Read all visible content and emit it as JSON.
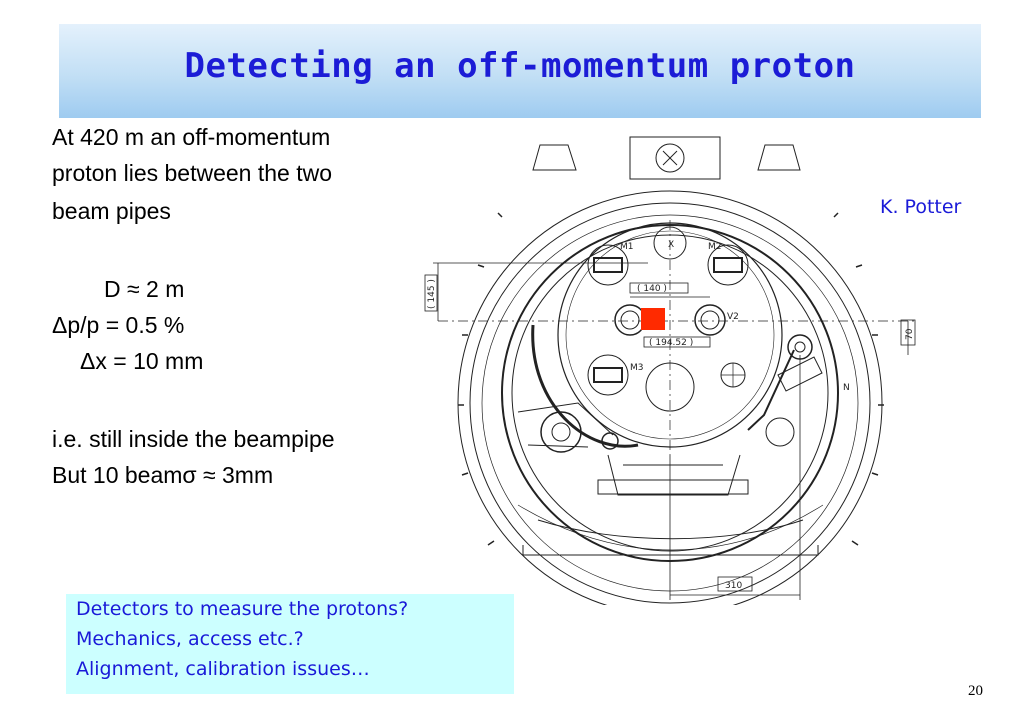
{
  "slide": {
    "title": "Detecting an off-momentum proton",
    "body_lines": [
      "At 420 m an off-momentum",
      "proton lies between the two",
      "beam pipes",
      "D ≈ 2 m",
      "Δp/p = 0.5 %",
      "Δx = 10 mm",
      "i.e. still inside the beampipe",
      "But 10 beamσ ≈ 3mm"
    ],
    "credit": "K. Potter",
    "callout_lines": [
      "Detectors to measure the protons?",
      "Mechanics, access etc.?",
      "Alignment, calibration issues…"
    ],
    "page_number": "20"
  },
  "drawing": {
    "labels": {
      "m1": "M1",
      "m2": "M2",
      "m3": "M3",
      "v2": "V2",
      "x": "X",
      "n": "N",
      "dim_140": "( 140 )",
      "dim_194": "( 194.52 )",
      "dim_145": "( 145 )",
      "dim_70": "70",
      "dim_310": "310"
    },
    "highlight_color": "#ff2a00"
  }
}
